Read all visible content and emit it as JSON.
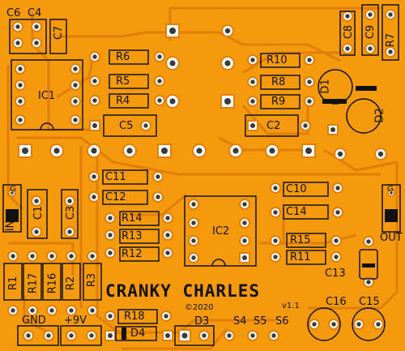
{
  "board": {
    "title": "CRANKY CHARLES",
    "version": "v1.1",
    "copyright": "©2020",
    "colors": {
      "substrate": "#f59a0c",
      "trace": "#e8860a",
      "silk": "#111111",
      "pad": "#ffffff",
      "drill": "#3a3a3a"
    }
  },
  "labels": {
    "c6": "C6",
    "c4": "C4",
    "c7": "C7",
    "c8": "C8",
    "c9": "C9",
    "r7": "R7",
    "ic1": "IC1",
    "ic2": "IC2",
    "r6": "R6",
    "r5": "R5",
    "r4": "R4",
    "r10": "R10",
    "r8": "R8",
    "r9": "R9",
    "c5": "C5",
    "c2": "C2",
    "d1": "D1",
    "d2": "D2",
    "c11": "C11",
    "c12": "C12",
    "c10": "C10",
    "c14": "C14",
    "c1": "C1",
    "c3": "C3",
    "r14": "R14",
    "r13": "R13",
    "r12": "R12",
    "r15": "R15",
    "r11": "R11",
    "c13": "C13",
    "r1": "R1",
    "r17": "R17",
    "r16": "R16",
    "r2": "R2",
    "r3": "R3",
    "c16": "C16",
    "c15": "C15",
    "r18": "R18",
    "d4": "D4",
    "d3": "D3",
    "gnd": "GND",
    "v9": "+9V",
    "s4": "S4",
    "s5": "S5",
    "s6": "S6",
    "in": "IN",
    "out": "OUT",
    "g_in": "G",
    "g_out": "G"
  }
}
